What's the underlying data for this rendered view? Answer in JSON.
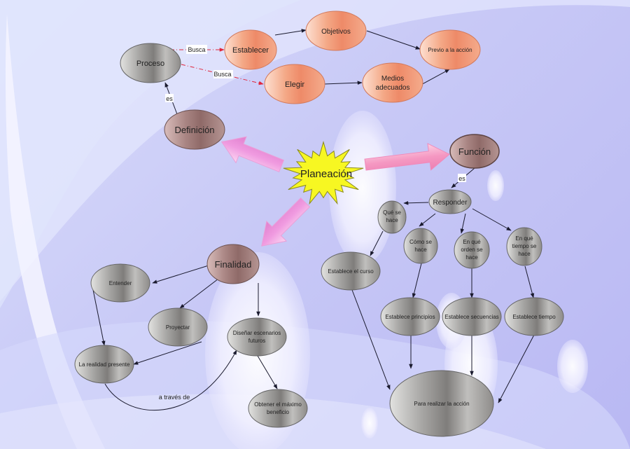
{
  "title": "Planeación",
  "colors": {
    "gray_node": "#a3a2a0",
    "orange_node": "#ef9a7a",
    "brown_node": "#a57f7d",
    "star": "#f5f520",
    "arrow_pink": "#f2a6e0",
    "dashed_link": "#e0263c"
  },
  "nodes": {
    "planeacion": "Planeación",
    "definicion": "Definición",
    "funcion": "Función",
    "finalidad": "Finalidad",
    "proceso": "Proceso",
    "establecer": "Establecer",
    "elegir": "Elegir",
    "objetivos": "Objetivos",
    "medios": [
      "Medios",
      "adecuados"
    ],
    "previo": "Previo a la acción",
    "responder": "Responder",
    "que_se_hace": [
      "Qué se",
      "hace"
    ],
    "como_se_hace": [
      "Cómo se",
      "hace"
    ],
    "en_que_orden": [
      "En qué",
      "orden se",
      "hace"
    ],
    "en_que_tiempo": [
      "En qué",
      "tiempo se",
      "hace"
    ],
    "establece_curso": "Establece el curso",
    "establece_principios": "Establece principios",
    "establece_secuencias": "Establece secuencias",
    "establece_tiempo": "Establece tiempo",
    "para_realizar": "Para realizar la acción",
    "entender": "Entender",
    "proyectar": "Proyectar",
    "realidad": "La realidad presente",
    "disenar": [
      "Diseñar escenarios",
      "futuros"
    ],
    "obtener": [
      "Obtener el máximo",
      "beneficio"
    ]
  },
  "link_labels": {
    "busca_1": "Busca",
    "busca_2": "Busca",
    "es_definicion": "es",
    "es_funcion": "es",
    "a_traves_de": "a través de"
  }
}
